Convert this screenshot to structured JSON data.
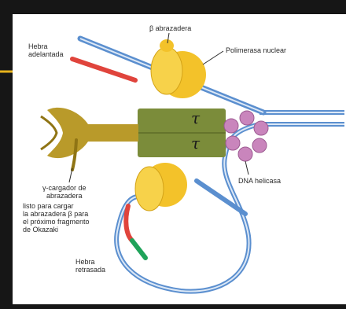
{
  "labels": {
    "leading_strand": [
      "Hebra",
      "adelantada"
    ],
    "beta_clamp": "β abrazadera",
    "nuclear_polymerase": "Polimerasa nuclear",
    "clamp_loader": [
      "γ-cargador de",
      "abrazadera"
    ],
    "clamp_loader_note": [
      "listo para cargar",
      "la abrazadera β para",
      "el próximo fragmento",
      "de Okazaki"
    ],
    "dna_helicase": "DNA helicasa",
    "lagging_strand": [
      "Hebra",
      "retrasada"
    ]
  },
  "tau_symbol": "τ",
  "colors": {
    "dna_strand": "#5b8fcf",
    "dna_strand_light": "#dce8f6",
    "primer_red": "#e0443c",
    "primer_green": "#1fa35a",
    "polymerase_yellow": "#f3c22a",
    "tau_block": "#7b8c3a",
    "clamp_loader": "#b99a2a",
    "helicase": "#c985bc",
    "background_panel": "#ffffff",
    "frame": "#161616"
  }
}
